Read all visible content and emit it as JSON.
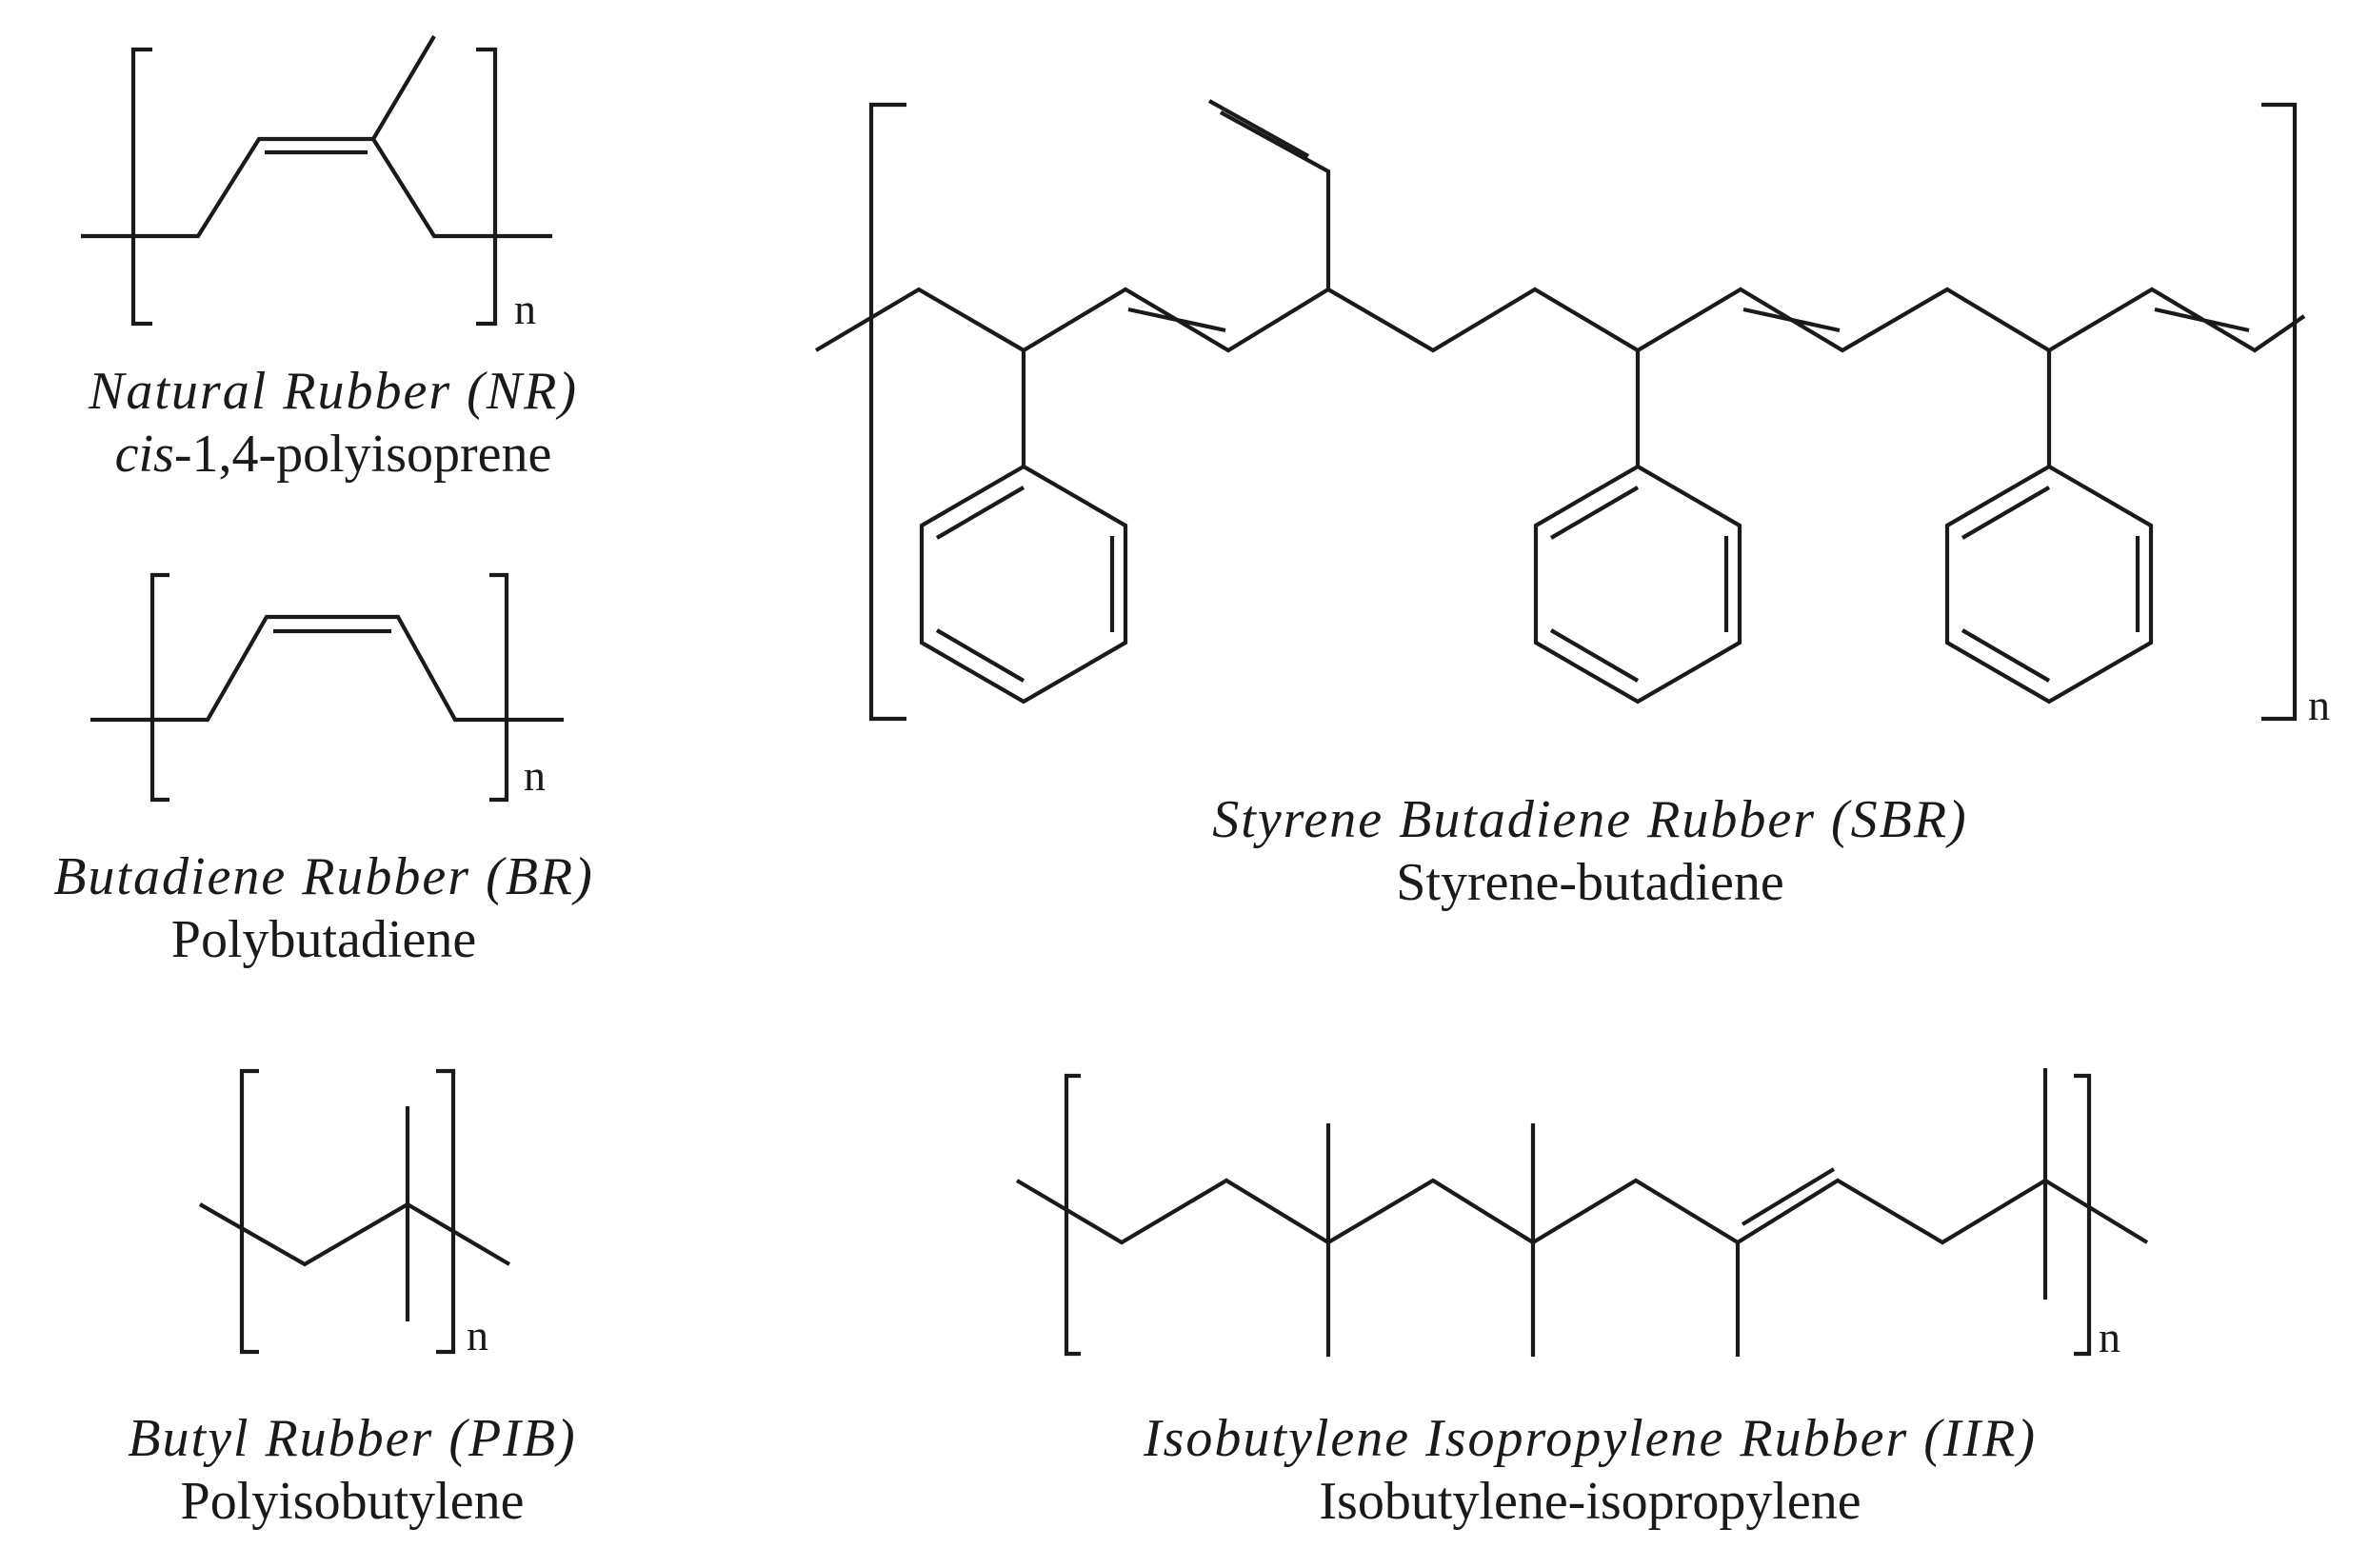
{
  "structures": {
    "nr": {
      "name": "Natural Rubber (NR)",
      "chem_prefix": "cis",
      "chem_suffix": "-1,4-polyisoprene",
      "repeat_label": "n"
    },
    "br": {
      "name": "Butadiene Rubber (BR)",
      "chem": "Polybutadiene",
      "repeat_label": "n"
    },
    "pib": {
      "name": "Butyl Rubber (PIB)",
      "chem": "Polyisobutylene",
      "repeat_label": "n"
    },
    "sbr": {
      "name": "Styrene Butadiene Rubber (SBR)",
      "chem": "Styrene-butadiene",
      "repeat_label": "n"
    },
    "iir": {
      "name": "Isobutylene Isopropylene Rubber (IIR)",
      "chem": "Isobutylene-isopropylene",
      "repeat_label": "n"
    }
  },
  "colors": {
    "ink": "#1a1a1a",
    "background": "#ffffff"
  }
}
